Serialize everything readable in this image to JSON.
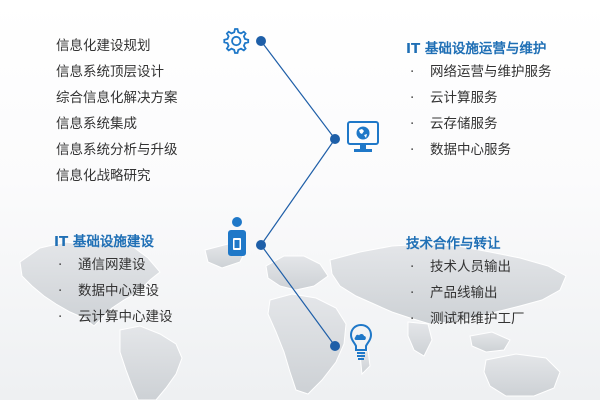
{
  "left_top_list": [
    "信息化建设规划",
    "信息系统顶层设计",
    "综合信息化解决方案",
    "信息系统集成",
    "信息系统分析与升级",
    "信息化战略研究"
  ],
  "right_top": {
    "title": "IT 基础设施运营与维护",
    "items": [
      "网络运营与维护服务",
      "云计算服务",
      "云存储服务",
      "数据中心服务"
    ]
  },
  "left_bottom": {
    "title": "IT 基础设施建设",
    "items": [
      "通信网建设",
      "数据中心建设",
      "云计算中心建设"
    ]
  },
  "right_bottom": {
    "title": "技术合作与转让",
    "items": [
      "技术人员输出",
      "产品线输出",
      "测试和维护工厂"
    ]
  },
  "bullet": "·",
  "colors": {
    "accent": "#1f6fb5",
    "text": "#333333",
    "line": "#1f5fa8"
  }
}
